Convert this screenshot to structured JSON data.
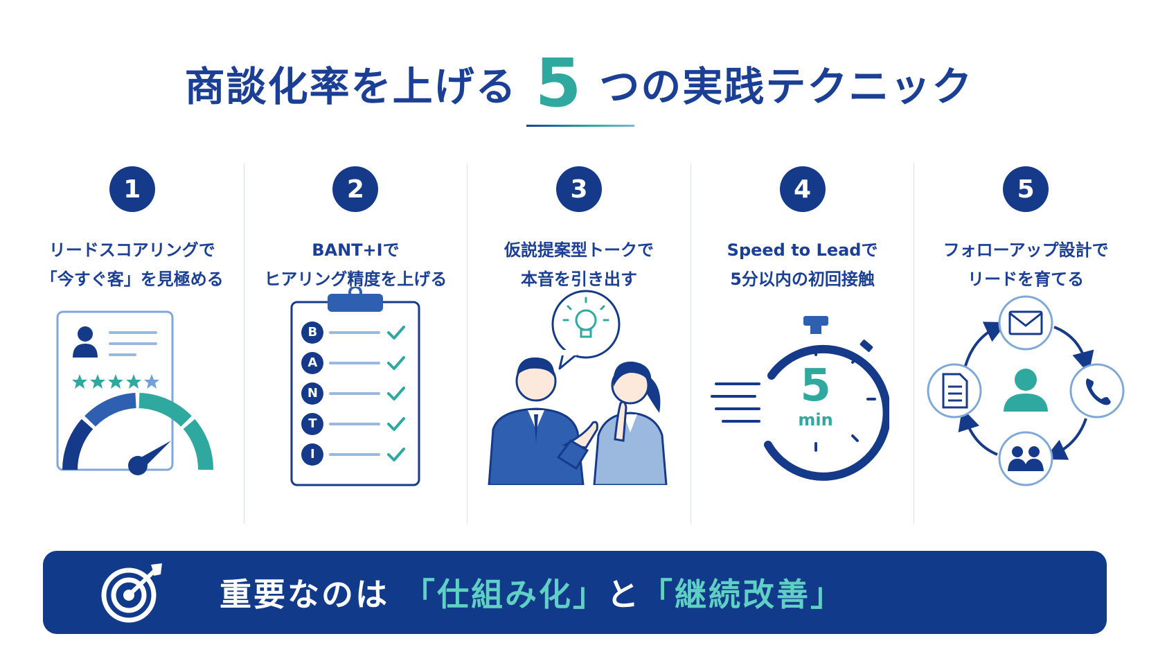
{
  "title": {
    "prefix": "商談化率を上げる",
    "number": "5",
    "suffix": "つの実践テクニック"
  },
  "columns": [
    {
      "number": "1",
      "line1": "リードスコアリングで",
      "line2": "「今すぐ客」を見極める",
      "icon": "score-gauge-card-icon"
    },
    {
      "number": "2",
      "line1": "BANT+Iで",
      "line2": "ヒアリング精度を上げる",
      "icon": "bant-checklist-icon",
      "checklist": [
        "B",
        "A",
        "N",
        "T",
        "I"
      ]
    },
    {
      "number": "3",
      "line1": "仮説提案型トークで",
      "line2": "本音を引き出す",
      "icon": "conversation-idea-icon"
    },
    {
      "number": "4",
      "line1": "Speed to Leadで",
      "line2": "5分以内の初回接触",
      "icon": "stopwatch-icon",
      "timer_value": "5",
      "timer_unit": "min"
    },
    {
      "number": "5",
      "line1": "フォローアップ設計で",
      "line2": "リードを育てる",
      "icon": "follow-up-cycle-icon"
    }
  ],
  "banner": {
    "text_pre": "重要なのは",
    "highlight1": "「仕組み化」",
    "text_mid": "と",
    "highlight2": "「継続改善」",
    "icon": "target-icon"
  },
  "colors": {
    "navy": "#153a8a",
    "teal": "#2fa8a0",
    "light_blue": "#7fa7d8"
  }
}
